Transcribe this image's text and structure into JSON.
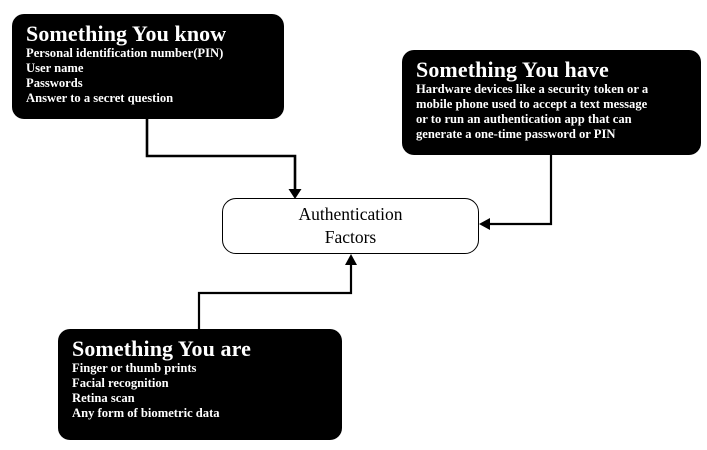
{
  "diagram": {
    "title": "Authentication Factors",
    "background_color": "#ffffff",
    "node_fill_color": "#000000",
    "node_text_color": "#ffffff",
    "connector_color": "#000000"
  },
  "center": {
    "line1": "Authentication",
    "line2": "Factors"
  },
  "nodes": [
    {
      "id": "something-you-know",
      "title": "Something You know",
      "lines": [
        "Personal identification number(PIN)",
        "User name",
        "Passwords",
        "Answer to a secret question"
      ]
    },
    {
      "id": "something-you-have",
      "title": "Something You have",
      "lines": [
        "Hardware devices like a security token or a",
        "mobile phone used to accept a text message",
        "or to run an authentication app that can",
        "generate a one-time password or PIN"
      ]
    },
    {
      "id": "something-you-are",
      "title": "Something You are",
      "lines": [
        "Finger or thumb prints",
        "Facial recognition",
        "Retina scan",
        "Any form of biometric data"
      ]
    }
  ],
  "connectors": [
    {
      "id": "know-to-center",
      "from": "something-you-know",
      "to": "center",
      "direction": "down"
    },
    {
      "id": "have-to-center",
      "from": "something-you-have",
      "to": "center",
      "direction": "left"
    },
    {
      "id": "are-to-center",
      "from": "something-you-are",
      "to": "center",
      "direction": "up"
    }
  ]
}
